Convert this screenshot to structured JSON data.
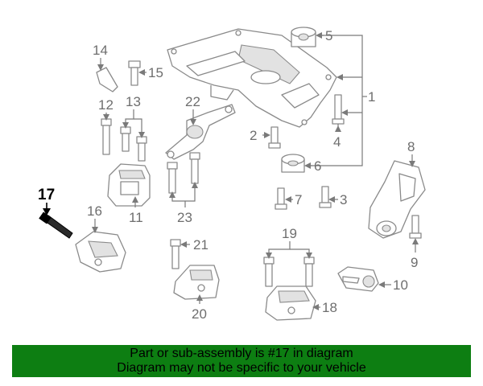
{
  "diagram": {
    "callouts": [
      {
        "id": "1",
        "label": "1"
      },
      {
        "id": "2",
        "label": "2"
      },
      {
        "id": "3",
        "label": "3"
      },
      {
        "id": "4",
        "label": "4"
      },
      {
        "id": "5",
        "label": "5"
      },
      {
        "id": "6",
        "label": "6"
      },
      {
        "id": "7",
        "label": "7"
      },
      {
        "id": "8",
        "label": "8"
      },
      {
        "id": "9",
        "label": "9"
      },
      {
        "id": "10",
        "label": "10"
      },
      {
        "id": "11",
        "label": "11"
      },
      {
        "id": "12",
        "label": "12"
      },
      {
        "id": "13",
        "label": "13"
      },
      {
        "id": "14",
        "label": "14"
      },
      {
        "id": "15",
        "label": "15"
      },
      {
        "id": "16",
        "label": "16"
      },
      {
        "id": "17",
        "label": "17"
      },
      {
        "id": "18",
        "label": "18"
      },
      {
        "id": "19",
        "label": "19"
      },
      {
        "id": "20",
        "label": "20"
      },
      {
        "id": "21",
        "label": "21"
      },
      {
        "id": "22",
        "label": "22"
      },
      {
        "id": "23",
        "label": "23"
      }
    ],
    "highlighted_part": "17",
    "colors": {
      "highlight": "#000000",
      "callout": "#6e6e6e",
      "banner_background": "#0d7e12",
      "banner_text": "#000000"
    }
  },
  "banner": {
    "line1": "Part or sub-assembly is #17 in diagram",
    "line2": "Diagram may not be specific to your vehicle"
  }
}
